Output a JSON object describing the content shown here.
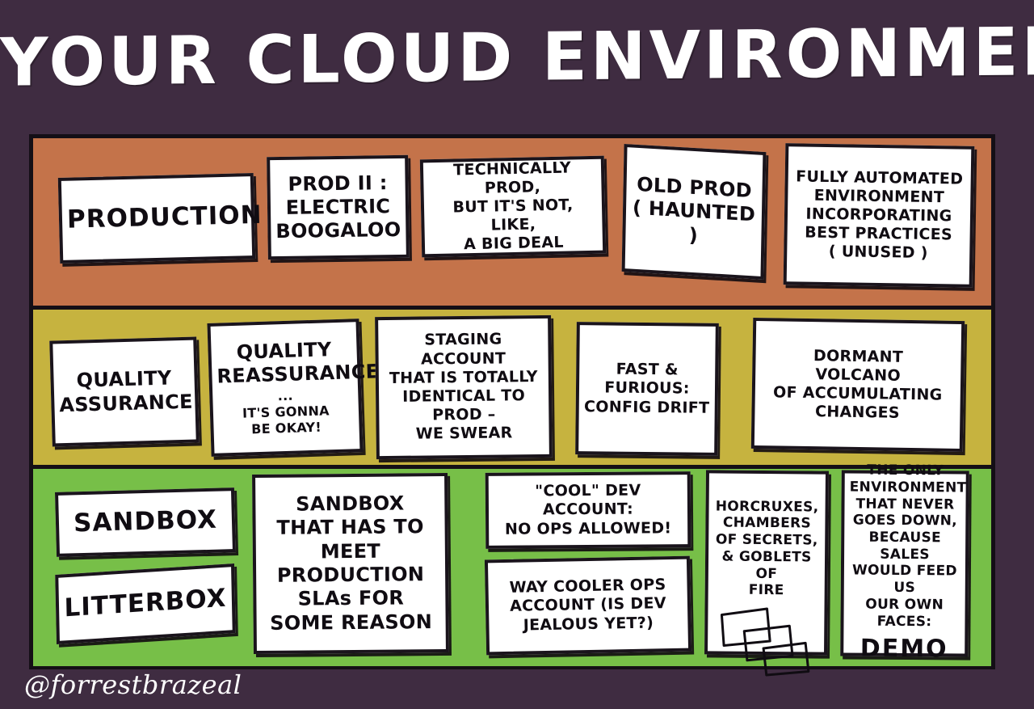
{
  "poster": {
    "title": "YOUR CLOUD ENVIRONMENTS",
    "signature": "@forrestbrazeal",
    "colors": {
      "background": "#3f2c41",
      "ink": "#140f16",
      "card": "#ffffff",
      "row_production": "#c4734a",
      "row_quality": "#c6b33f",
      "row_sandbox": "#77bf48"
    }
  },
  "rows": [
    {
      "name": "production",
      "color": "#c4734a",
      "cards": [
        {
          "id": "production",
          "text": "PRODUCTION"
        },
        {
          "id": "prod-ii",
          "text": "PROD II :\nELECTRIC\nBOOGALOO"
        },
        {
          "id": "technically-prod",
          "text": "TECHNICALLY PROD,\nBUT IT'S NOT, LIKE,\nA BIG DEAL"
        },
        {
          "id": "old-prod",
          "text": "OLD PROD\n( HAUNTED )"
        },
        {
          "id": "fully-automated",
          "text": "FULLY AUTOMATED\nENVIRONMENT\nINCORPORATING\nBEST PRACTICES\n( UNUSED )"
        }
      ]
    },
    {
      "name": "quality",
      "color": "#c6b33f",
      "cards": [
        {
          "id": "quality-assurance",
          "text": "QUALITY\nASSURANCE"
        },
        {
          "id": "quality-reassurance",
          "text": "QUALITY\nREASSURANCE",
          "sub": "...\nIT'S GONNA\nBE OKAY!"
        },
        {
          "id": "staging-account",
          "text": "STAGING ACCOUNT\nTHAT IS TOTALLY\nIDENTICAL TO\nPROD –\nWE SWEAR"
        },
        {
          "id": "fast-and-furious",
          "text": "FAST & FURIOUS:\nCONFIG DRIFT"
        },
        {
          "id": "dormant-volcano",
          "text": "DORMANT\nVOLCANO\nOF ACCUMULATING\nCHANGES"
        }
      ]
    },
    {
      "name": "sandbox",
      "color": "#77bf48",
      "cards": [
        {
          "id": "sandbox",
          "text": "SANDBOX"
        },
        {
          "id": "litterbox",
          "text": "LITTERBOX"
        },
        {
          "id": "sandbox-slas",
          "text": "SANDBOX\nTHAT HAS TO MEET\nPRODUCTION\nSLAs FOR\nSOME REASON"
        },
        {
          "id": "cool-dev-account",
          "text": "\"COOL\" DEV ACCOUNT:\nNO OPS ALLOWED!"
        },
        {
          "id": "way-cooler-ops",
          "text": "WAY COOLER OPS\nACCOUNT (IS DEV\nJEALOUS YET?)"
        },
        {
          "id": "horcruxes",
          "text": "HORCRUXES,\nCHAMBERS\nOF SECRETS,\n& GOBLETS OF\nFIRE"
        },
        {
          "id": "demo",
          "text": "THE ONLY\nENVIRONMENT\nTHAT NEVER\nGOES DOWN,\nBECAUSE SALES\nWOULD FEED US\nOUR OWN FACES:",
          "emphasis": "DEMO"
        }
      ]
    }
  ]
}
